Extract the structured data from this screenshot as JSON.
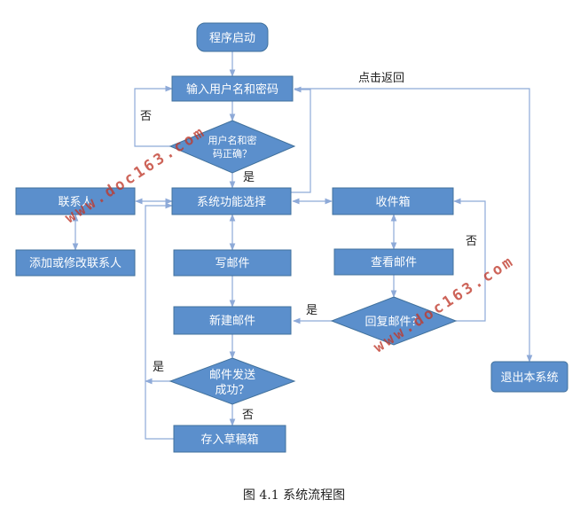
{
  "nodes": {
    "start": "程序启动",
    "login": "输入用户名和密码",
    "check_line1": "用户名和密",
    "check_line2": "码正确？",
    "menu": "系统功能选择",
    "contacts": "联系人",
    "edit_contacts": "添加或修改联系人",
    "write": "写邮件",
    "new_mail": "新建邮件",
    "send_line1": "邮件发送",
    "send_line2": "成功？",
    "drafts": "存入草稿箱",
    "inbox": "收件箱",
    "view": "查看邮件",
    "reply": "回复邮件？",
    "exit": "退出本系统"
  },
  "edge_labels": {
    "login_no": "否",
    "login_yes": "是",
    "return": "点击返回",
    "reply_yes": "是",
    "reply_no": "否",
    "send_yes": "是",
    "send_no": "否"
  },
  "watermark": "www.doc163.com",
  "caption": "图 4.1  系统流程图",
  "colors": {
    "node_fill": "#5b8fcc",
    "node_stroke": "#41719c",
    "line": "#8eaad8",
    "watermark": "#c0392b"
  }
}
